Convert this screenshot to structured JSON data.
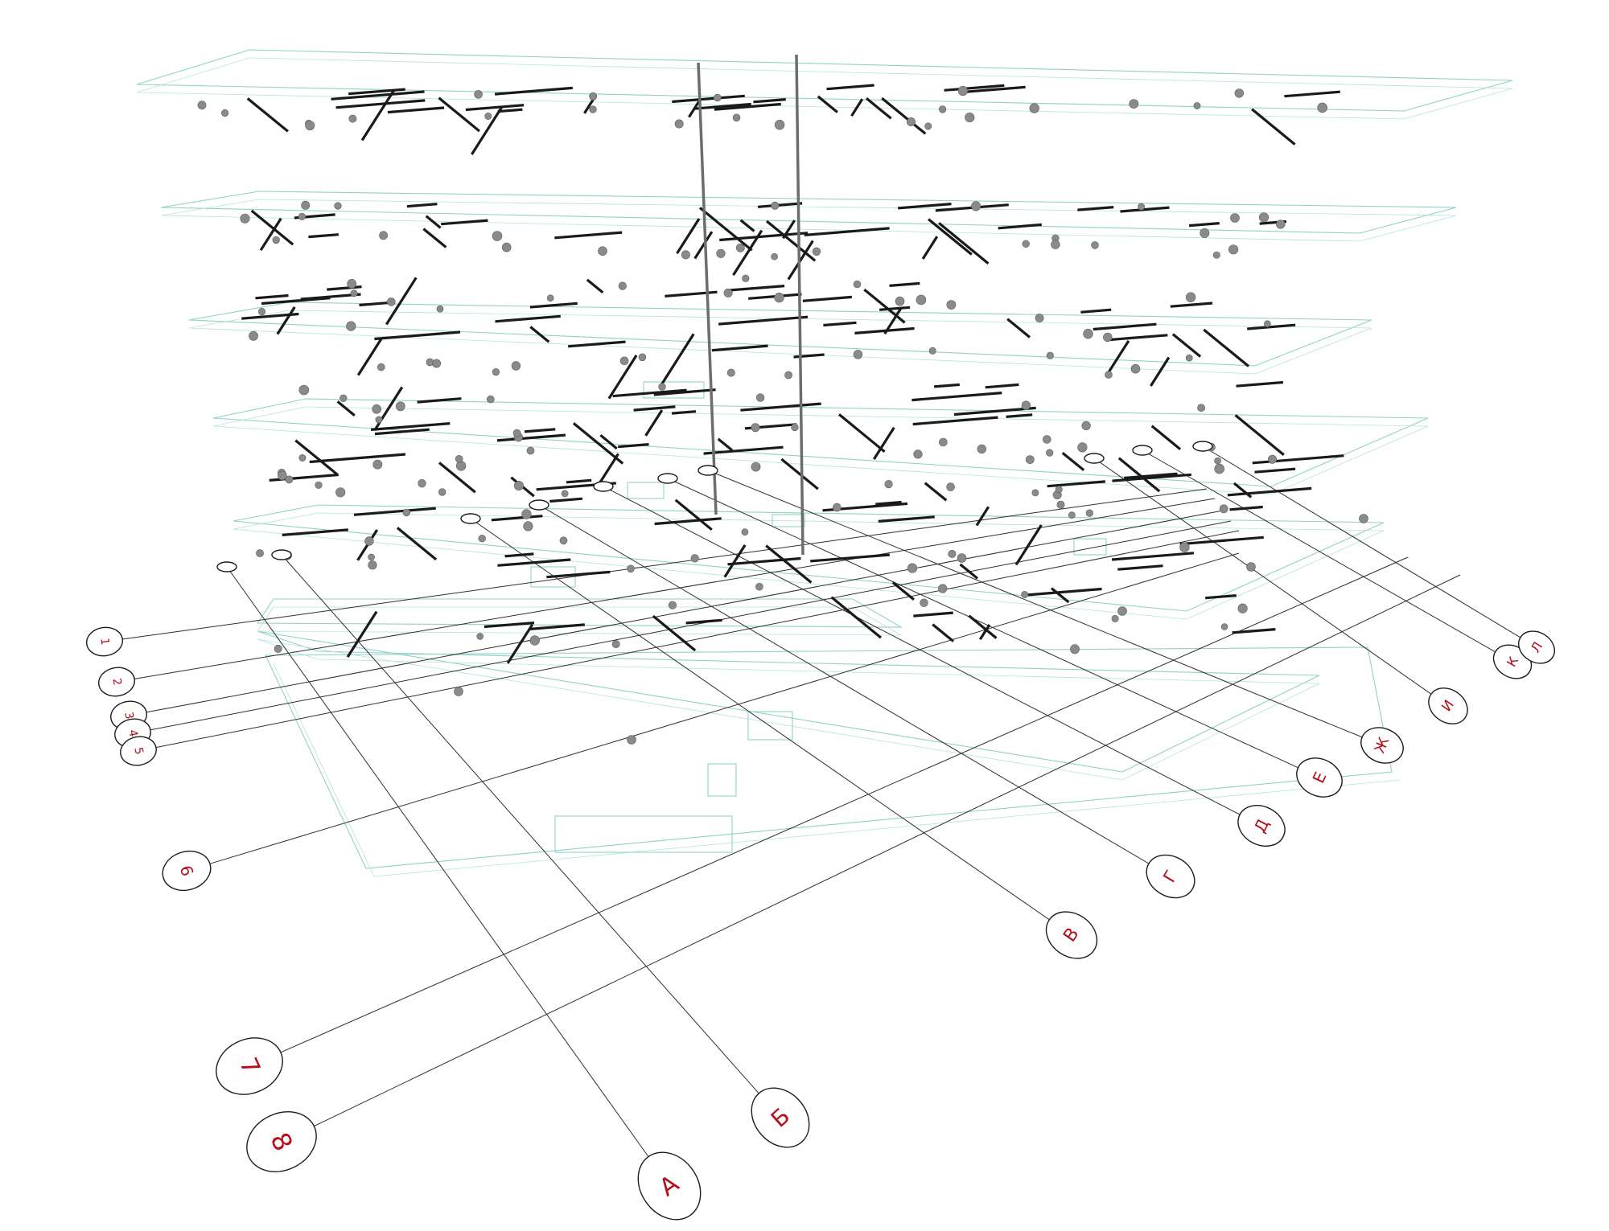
{
  "axes": {
    "letters": [
      "А",
      "Б",
      "В",
      "Г",
      "Д",
      "Е",
      "Ж",
      "И",
      "К",
      "Л"
    ],
    "numbers": [
      "1",
      "2",
      "3",
      "4",
      "5",
      "6",
      "7",
      "8"
    ]
  },
  "colors": {
    "slab_outline": "#8fd3c6",
    "walls": "#1a1a1a",
    "axis_lines": "#2e2e2e",
    "bubble_text": "#b3101b",
    "nodes": "#8a8a8a"
  }
}
